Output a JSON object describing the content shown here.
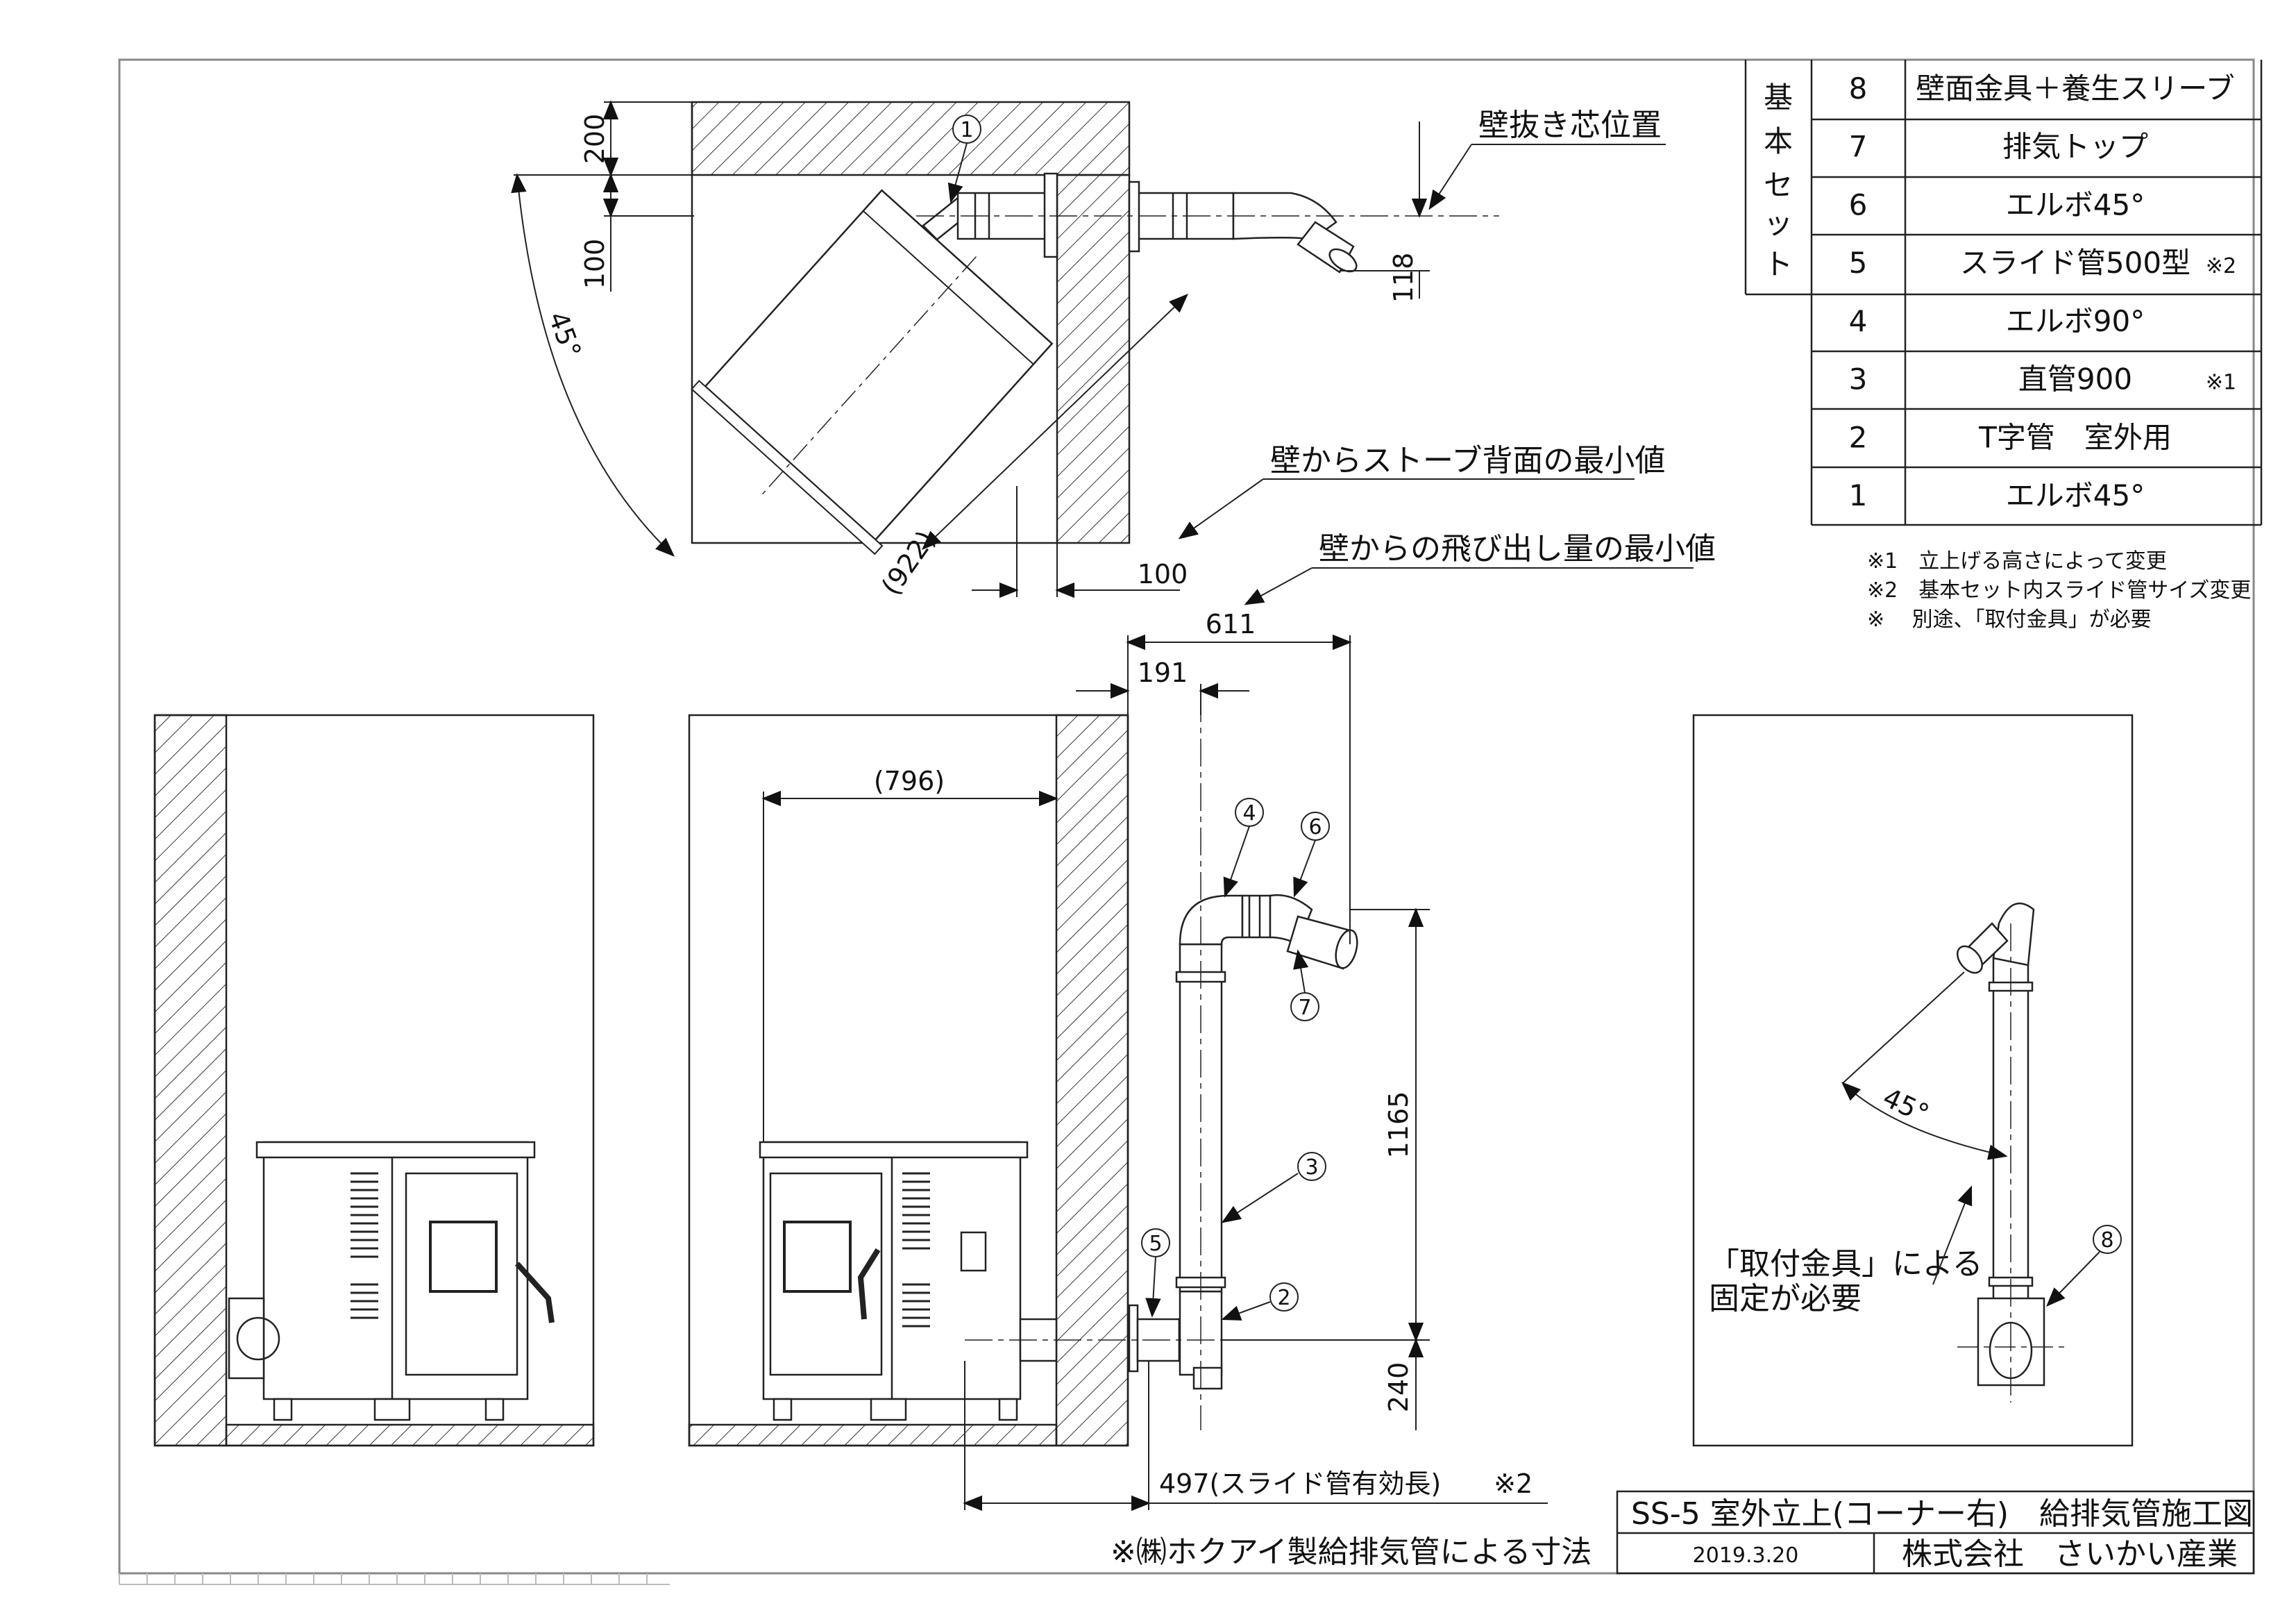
{
  "parts_table": {
    "header": "基本セット",
    "rows": [
      {
        "no": "8",
        "name": "壁面金具＋養生スリーブ",
        "note": ""
      },
      {
        "no": "7",
        "name": "排気トップ",
        "note": ""
      },
      {
        "no": "6",
        "name": "エルボ45°",
        "note": ""
      },
      {
        "no": "5",
        "name": "スライド管500型",
        "note": "※2"
      },
      {
        "no": "4",
        "name": "エルボ90°",
        "note": ""
      },
      {
        "no": "3",
        "name": "直管900",
        "note": "※1"
      },
      {
        "no": "2",
        "name": "T字管　室外用",
        "note": ""
      },
      {
        "no": "1",
        "name": "エルボ45°",
        "note": ""
      }
    ]
  },
  "footnotes": [
    "※1　立上げる高さによって変更",
    "※2　基本セット内スライド管サイズ変更",
    "※　 別途、「取付金具」が必要"
  ],
  "annotations": {
    "wall_center": "壁抜き芯位置",
    "min_back": "壁からストーブ背面の最小値",
    "min_protrusion": "壁からの飛び出し量の最小値",
    "bracket_line1": "「取付金具」による",
    "bracket_line2": "固定が必要",
    "hokuai_note": "※㈱ホクアイ製給排気管による寸法"
  },
  "dimensions": {
    "d200": "200",
    "d100_left": "100",
    "d118": "118",
    "angle_top": "45°",
    "d922": "(922)",
    "d100_bottom": "100",
    "d611": "611",
    "d191": "191",
    "d796": "(796)",
    "d1165": "1165",
    "d240": "240",
    "d497": "497(スライド管有効長)　　※2",
    "angle_right": "45°"
  },
  "bubbles": {
    "b1": "1",
    "b2": "2",
    "b3": "3",
    "b4": "4",
    "b5": "5",
    "b6": "6",
    "b7": "7",
    "b8": "8"
  },
  "title_block": {
    "title": "SS-5 室外立上(コーナー右)　給排気管施工図",
    "date": "2019.3.20",
    "company": "株式会社　さいかい産業"
  }
}
